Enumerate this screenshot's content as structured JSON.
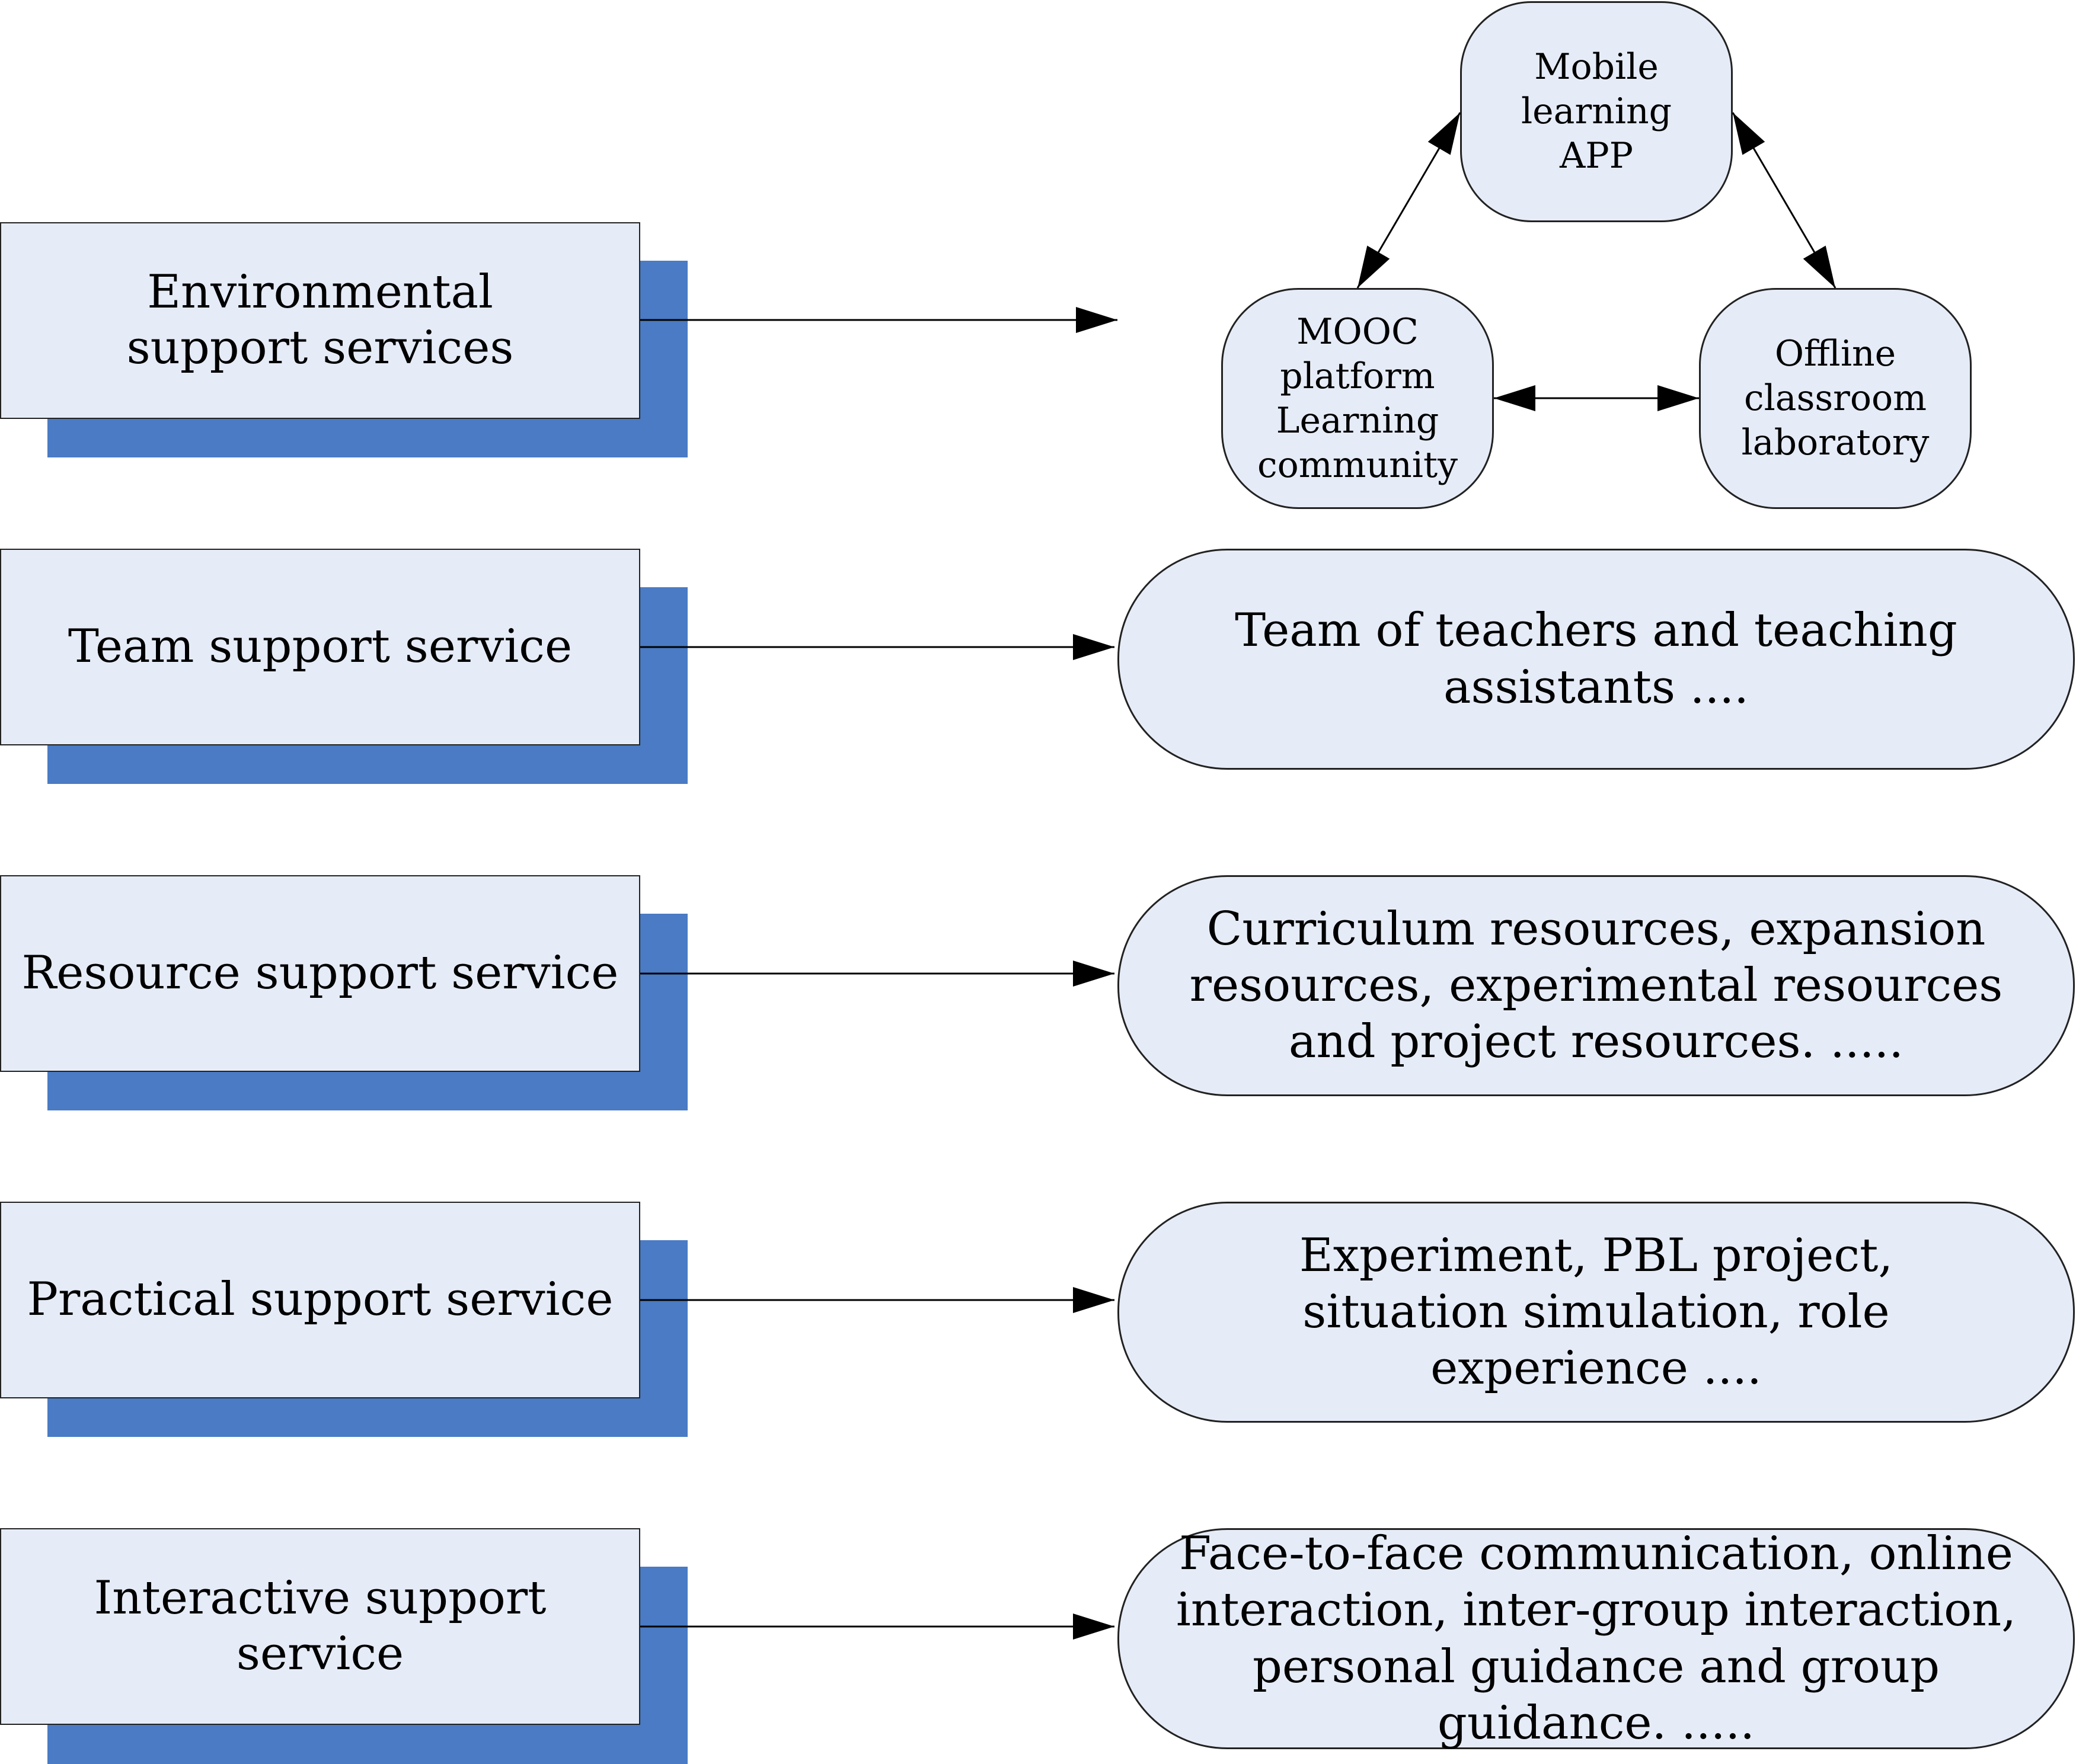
{
  "services": [
    {
      "label": "Environmental support services"
    },
    {
      "label": "Team support service"
    },
    {
      "label": "Resource support service"
    },
    {
      "label": "Practical support service"
    },
    {
      "label": "Interactive support service"
    }
  ],
  "environment_nodes": {
    "mobile": "Mobile learning APP",
    "mooc": "MOOC platform Learning community",
    "offline": "Offline classroom laboratory"
  },
  "details": [
    {
      "text": "Team of teachers and teaching assistants ...."
    },
    {
      "text": "Curriculum resources, expansion resources, experimental resources and project resources. ....."
    },
    {
      "text": "Experiment, PBL project, situation simulation, role experience ...."
    },
    {
      "text": "Face-to-face communication, online interaction, inter-group interaction, personal guidance and group guidance. ....."
    }
  ],
  "colors": {
    "box_fill": "#e6ecf7",
    "shadow": "#4a7bc4",
    "stroke": "#222222"
  }
}
